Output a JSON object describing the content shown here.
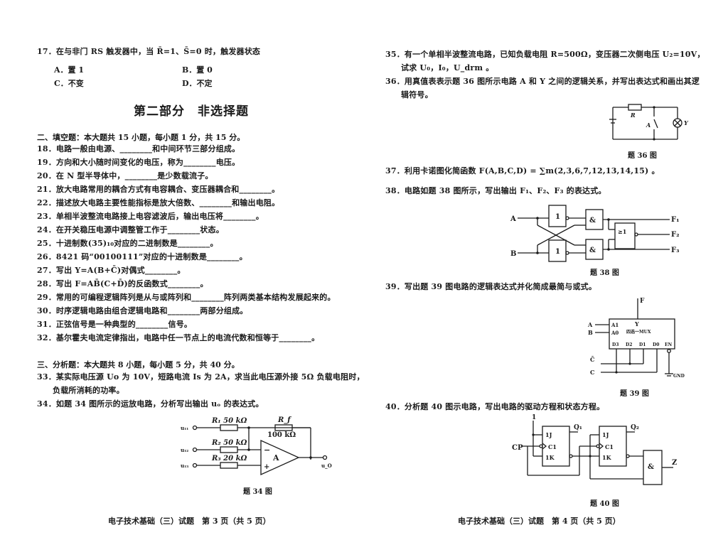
{
  "left_page": {
    "q17": {
      "stem": "17．在与非门 RS 触发器中，当 R̄=1、S̄=0 时，触发器状态",
      "options": [
        "A．置 1",
        "B．置 0",
        "C．不变",
        "D．不定"
      ]
    },
    "part2_title": "第二部分　非选择题",
    "section2_head": "二、填空题：本大题共 15 小题，每小题 1 分，共 15 分。",
    "fill_questions": [
      "18．电路一般由电源、________和中间环节三部分组成。",
      "19．方向和大小随时间变化的电压，称为________电压。",
      "20．在 N 型半导体中，________是少数载流子。",
      "21．放大电路常用的耦合方式有电容耦合、变压器耦合和________。",
      "22．描述放大电路主要性能指标是放大倍数、________和输出电阻。",
      "23．单相半波整流电路接上电容滤波后，输出电压将________。",
      "24．在开关稳压电源中调整管工作于________状态。",
      "25．十进制数(35)₁₀对应的二进制数是________。",
      "26．8421 码“00100111”对应的十进制数是________。",
      "27．写出 Y=A(B+C̄)对偶式________。",
      "28．写出 F=AB̄(C+D̄)的反函数式________。",
      "29．常用的可编程逻辑阵列是从与或阵列和________阵列两类基本结构发展起来的。",
      "30．时序逻辑电路由组合逻辑电路和________两部分组成。",
      "31．正弦信号是一种典型的________信号。",
      "32．基尔霍夫电流定律指出，电路中任一节点上的电流代数和恒等于________。"
    ],
    "section3_head": "三、分析题：本大题共 8 小题，每小题 5 分，共 40 分。",
    "q33_line1": "33．某实际电压源 Uo 为 10V，短路电流 Is 为 2A，求当此电压源外接 5Ω 负载电阻时，",
    "q33_line2": "负载所消耗的功率。",
    "q34": "34．如题 34 图所示的运放电路，分析写出输出 uₒ 的表达式。",
    "fig34": {
      "caption": "题 34 图",
      "inputs": [
        "u_I1",
        "u_I2",
        "u_I3"
      ],
      "r1": "R₁ 50 kΩ",
      "r2": "R₂ 50 kΩ",
      "r3": "R₃ 20 kΩ",
      "rf": "R_f",
      "rf_value": "100 kΩ",
      "amp": "A",
      "minus": "−",
      "plus": "+",
      "output": "u_O"
    },
    "footer": "电子技术基础（三）试题　第 3 页（共 5 页）"
  },
  "right_page": {
    "q35_line1": "35．有一个单相半波整流电路，已知负载电阻 R=500Ω，变压器二次侧电压 U₂=10V，",
    "q35_line2": "试求 U₀，I₀，U_drm 。",
    "q36_line1": "36．用真值表表示题 36 图所示电路 A 和 Y 之间的逻辑关系，并写出表达式和画出其逻",
    "q36_line2": "辑符号。",
    "fig36": {
      "caption": "题 36 图",
      "r": "R",
      "switch": "A",
      "lamp": "Y"
    },
    "q37": "37．利用卡诺图化简函数 F(A,B,C,D) = ∑m(2,3,6,7,12,13,14,15) 。",
    "q38": "38．电路如题 38 图所示，写出输出 F₁、F₂、F₃ 的表达式。",
    "fig38": {
      "caption": "题 38 图",
      "in_a": "A",
      "in_b": "B",
      "not_label": "1",
      "and_label": "&",
      "or_label": "≥1",
      "outputs": [
        "F₁",
        "F₂",
        "F₃"
      ]
    },
    "q39": "39．写出题 39 图电路的逻辑表达式并化简成最简与或式。",
    "fig39": {
      "caption": "题 39 图",
      "out": "F",
      "y": "Y",
      "title": "四选一MUX",
      "a1": "A1",
      "a0": "A0",
      "in_a": "A",
      "in_b": "B",
      "data": [
        "D3",
        "D2",
        "D1",
        "D0"
      ],
      "en": "EN",
      "c_bar": "C̄",
      "c": "C",
      "gnd": "GND"
    },
    "q40": "40．分析题 40 图示电路，写出电路的驱动方程和状态方程。",
    "fig40": {
      "caption": "题 40 图",
      "one": "1",
      "cp": "CP",
      "j": "1J",
      "c1": "C1",
      "k": "1K",
      "q1": "Q₁",
      "q2": "Q₂",
      "and_label": "&",
      "z": "Z"
    },
    "footer": "电子技术基础（三）试题　第 4 页（共 5 页）"
  }
}
